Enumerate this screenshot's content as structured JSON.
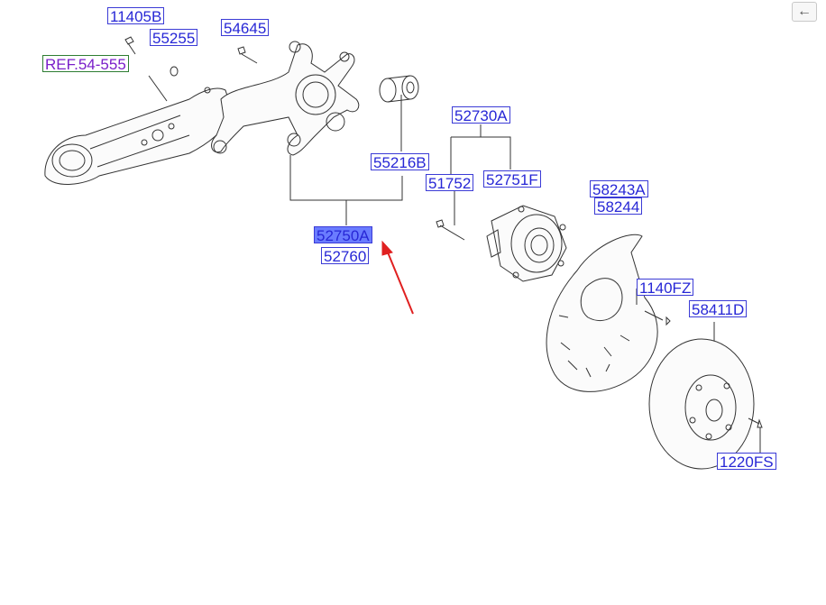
{
  "labels": {
    "p11405B": "11405B",
    "p55255": "55255",
    "p54645": "54645",
    "ref": "REF.54-555",
    "p52730A": "52730A",
    "p55216B": "55216B",
    "p51752": "51752",
    "p52751F": "52751F",
    "p58243A": "58243A",
    "p58244": "58244",
    "p52750A": "52750A",
    "p52760": "52760",
    "p1140FZ": "1140FZ",
    "p58411D": "58411D",
    "p1220FS": "1220FS"
  },
  "toolbar": {
    "back_icon": "←"
  },
  "colors": {
    "label_text": "#2727d6",
    "label_border": "#3b3bd6",
    "ref_text": "#7a1fc9",
    "ref_border": "#2e7d32",
    "highlight_fill": "#6a7cff",
    "pointer_arrow": "#e02020"
  },
  "highlighted_part": "52750A"
}
